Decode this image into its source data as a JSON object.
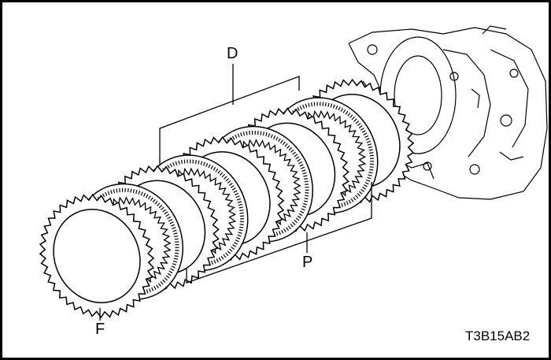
{
  "labels": {
    "drive_plates": "D",
    "driven_plates": "P",
    "front_ring": "F",
    "figure_code": "T3B15AB2"
  },
  "stack": {
    "plate_count": 9,
    "toothed_outer_indices": [
      0,
      2,
      4,
      6,
      8
    ],
    "toothed_inner_indices": [
      1,
      3,
      5,
      7
    ]
  },
  "colors": {
    "line": "#000000",
    "background": "#ffffff"
  }
}
